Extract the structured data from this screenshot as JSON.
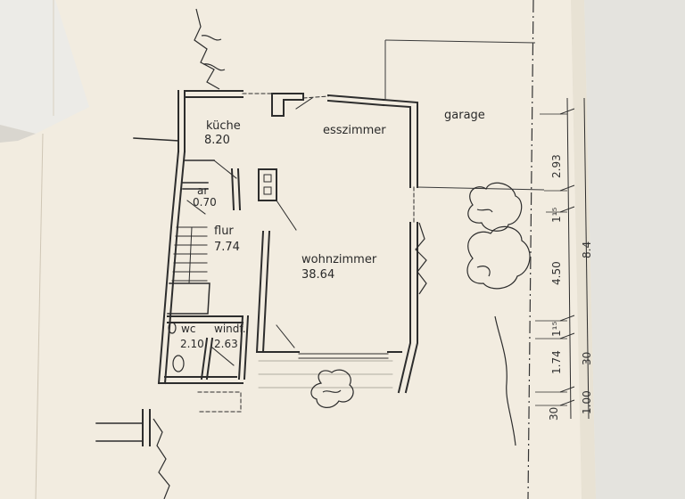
{
  "rooms": {
    "kueche": {
      "name": "küche",
      "area": "8.20"
    },
    "esszimmer": {
      "name": "esszimmer"
    },
    "garage": {
      "name": "garage"
    },
    "ar": {
      "name": "ar",
      "area": "0.70"
    },
    "flur": {
      "name": "flur",
      "area": "7.74"
    },
    "wohnzimmer": {
      "name": "wohnzimmer",
      "area": "38.64"
    },
    "wc": {
      "name": "wc",
      "area": "2.10"
    },
    "windf": {
      "name": "windf.",
      "area": "2.63"
    }
  },
  "dimensions": {
    "d293": "2.93",
    "d115a": "1¹⁵",
    "d450": "4.50",
    "d115b": "1¹⁵",
    "d174": "1.74",
    "d30": "30",
    "d100": "1.00",
    "d30b": "30",
    "d84": "8.4"
  },
  "colors": {
    "paper": "#f3ede0",
    "background": "#e9e6df",
    "ink": "#2a2a2a"
  }
}
